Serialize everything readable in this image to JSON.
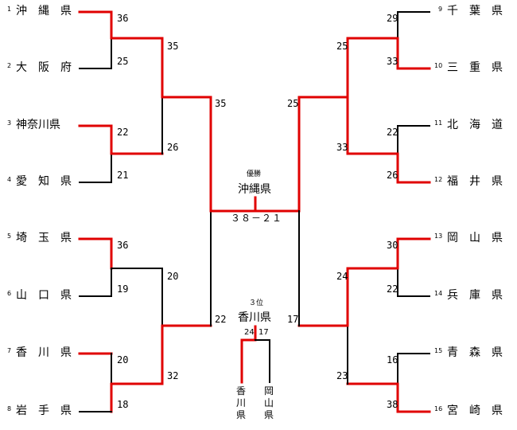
{
  "colors": {
    "win": "#e00000",
    "lose": "#000000"
  },
  "left_teams": [
    {
      "seed": "1",
      "name": "沖　縄　県",
      "score": "36"
    },
    {
      "seed": "2",
      "name": "大　阪　府",
      "score": "25"
    },
    {
      "seed": "3",
      "name": "神奈川県",
      "score": "22"
    },
    {
      "seed": "4",
      "name": "愛　知　県",
      "score": "21"
    },
    {
      "seed": "5",
      "name": "埼　玉　県",
      "score": "36"
    },
    {
      "seed": "6",
      "name": "山　口　県",
      "score": "19"
    },
    {
      "seed": "7",
      "name": "香　川　県",
      "score": "20"
    },
    {
      "seed": "8",
      "name": "岩　手　県",
      "score": "18"
    }
  ],
  "right_teams": [
    {
      "seed": "9",
      "name": "千　葉　県",
      "score": "29"
    },
    {
      "seed": "10",
      "name": "三　重　県",
      "score": "33"
    },
    {
      "seed": "11",
      "name": "北　海　道",
      "score": "22"
    },
    {
      "seed": "12",
      "name": "福　井　県",
      "score": "26"
    },
    {
      "seed": "13",
      "name": "岡　山　県",
      "score": "30"
    },
    {
      "seed": "14",
      "name": "兵　庫　県",
      "score": "22"
    },
    {
      "seed": "15",
      "name": "青　森　県",
      "score": "16"
    },
    {
      "seed": "16",
      "name": "宮　崎　県",
      "score": "38"
    }
  ],
  "left_round2": [
    "35",
    "26",
    "20",
    "32"
  ],
  "right_round2": [
    "25",
    "33",
    "24",
    "23"
  ],
  "left_semi": [
    "35",
    "22"
  ],
  "right_semi": [
    "25",
    "17"
  ],
  "final": {
    "label": "優勝",
    "winner": "沖縄県",
    "score": "３８－２１"
  },
  "third": {
    "label": "３位",
    "winner": "香川県",
    "score_left": "24",
    "score_right": "17",
    "team_left": "香川県",
    "team_right": "岡山県"
  }
}
